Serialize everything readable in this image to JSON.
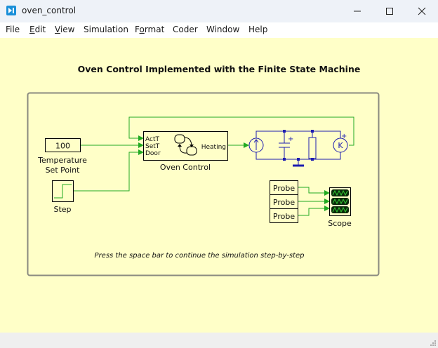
{
  "window": {
    "title": "oven_control",
    "controls": {
      "minimize": "minimize-icon",
      "maximize": "maximize-icon",
      "close": "close-icon"
    }
  },
  "menu": [
    {
      "label": "File",
      "mnemonic": ""
    },
    {
      "label": "Edit",
      "mnemonic": "E"
    },
    {
      "label": "View",
      "mnemonic": "V"
    },
    {
      "label": "Simulation",
      "mnemonic": ""
    },
    {
      "label": "Format",
      "mnemonic": "o"
    },
    {
      "label": "Coder",
      "mnemonic": ""
    },
    {
      "label": "Window",
      "mnemonic": ""
    },
    {
      "label": "Help",
      "mnemonic": ""
    }
  ],
  "diagram": {
    "title": "Oven Control Implemented with the Finite State Machine",
    "hint": "Press the space bar to continue the simulation step-by-step",
    "constant_block": {
      "value": "100",
      "label_line1": "Temperature",
      "label_line2": "Set Point"
    },
    "step_block": {
      "label": "Step"
    },
    "fsm_block": {
      "label": "Oven Control",
      "inputs": [
        "ActT",
        "SetT",
        "Door"
      ],
      "output": "Heating"
    },
    "circuit": {
      "sensor_symbol": "K",
      "plus_sign": "+"
    },
    "probes": [
      "Probe",
      "Probe",
      "Probe"
    ],
    "scope_block": {
      "label": "Scope"
    }
  },
  "colors": {
    "canvas_bg": "#ffffc8",
    "signal_line": "#22aa22",
    "circuit_line": "#1c1cb0",
    "frame": "#8a8a80"
  }
}
